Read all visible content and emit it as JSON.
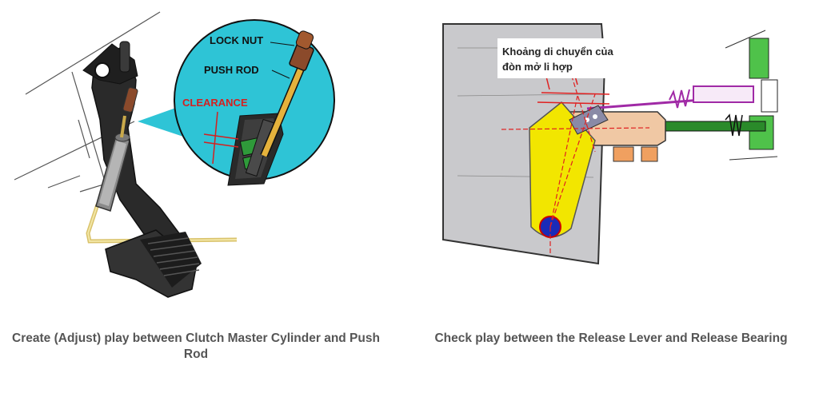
{
  "left": {
    "labels": {
      "lock_nut": "LOCK NUT",
      "push_rod": "PUSH ROD",
      "clearance": "CLEARANCE"
    },
    "caption": "Create (Adjust) play between Clutch Master Cylinder and Push Rod",
    "colors": {
      "callout": "#2ec4d6",
      "label_red": "#d42020"
    }
  },
  "right": {
    "callout_text": [
      "Khoảng di chuyển của",
      "đòn mở li hợp"
    ],
    "caption": "Check play between the Release Lever and Release Bearing",
    "colors": {
      "housing": "#c9c9cc",
      "lever": "#f2e600",
      "rod": "#2a8a2a",
      "spring": "#a02aa6"
    }
  }
}
